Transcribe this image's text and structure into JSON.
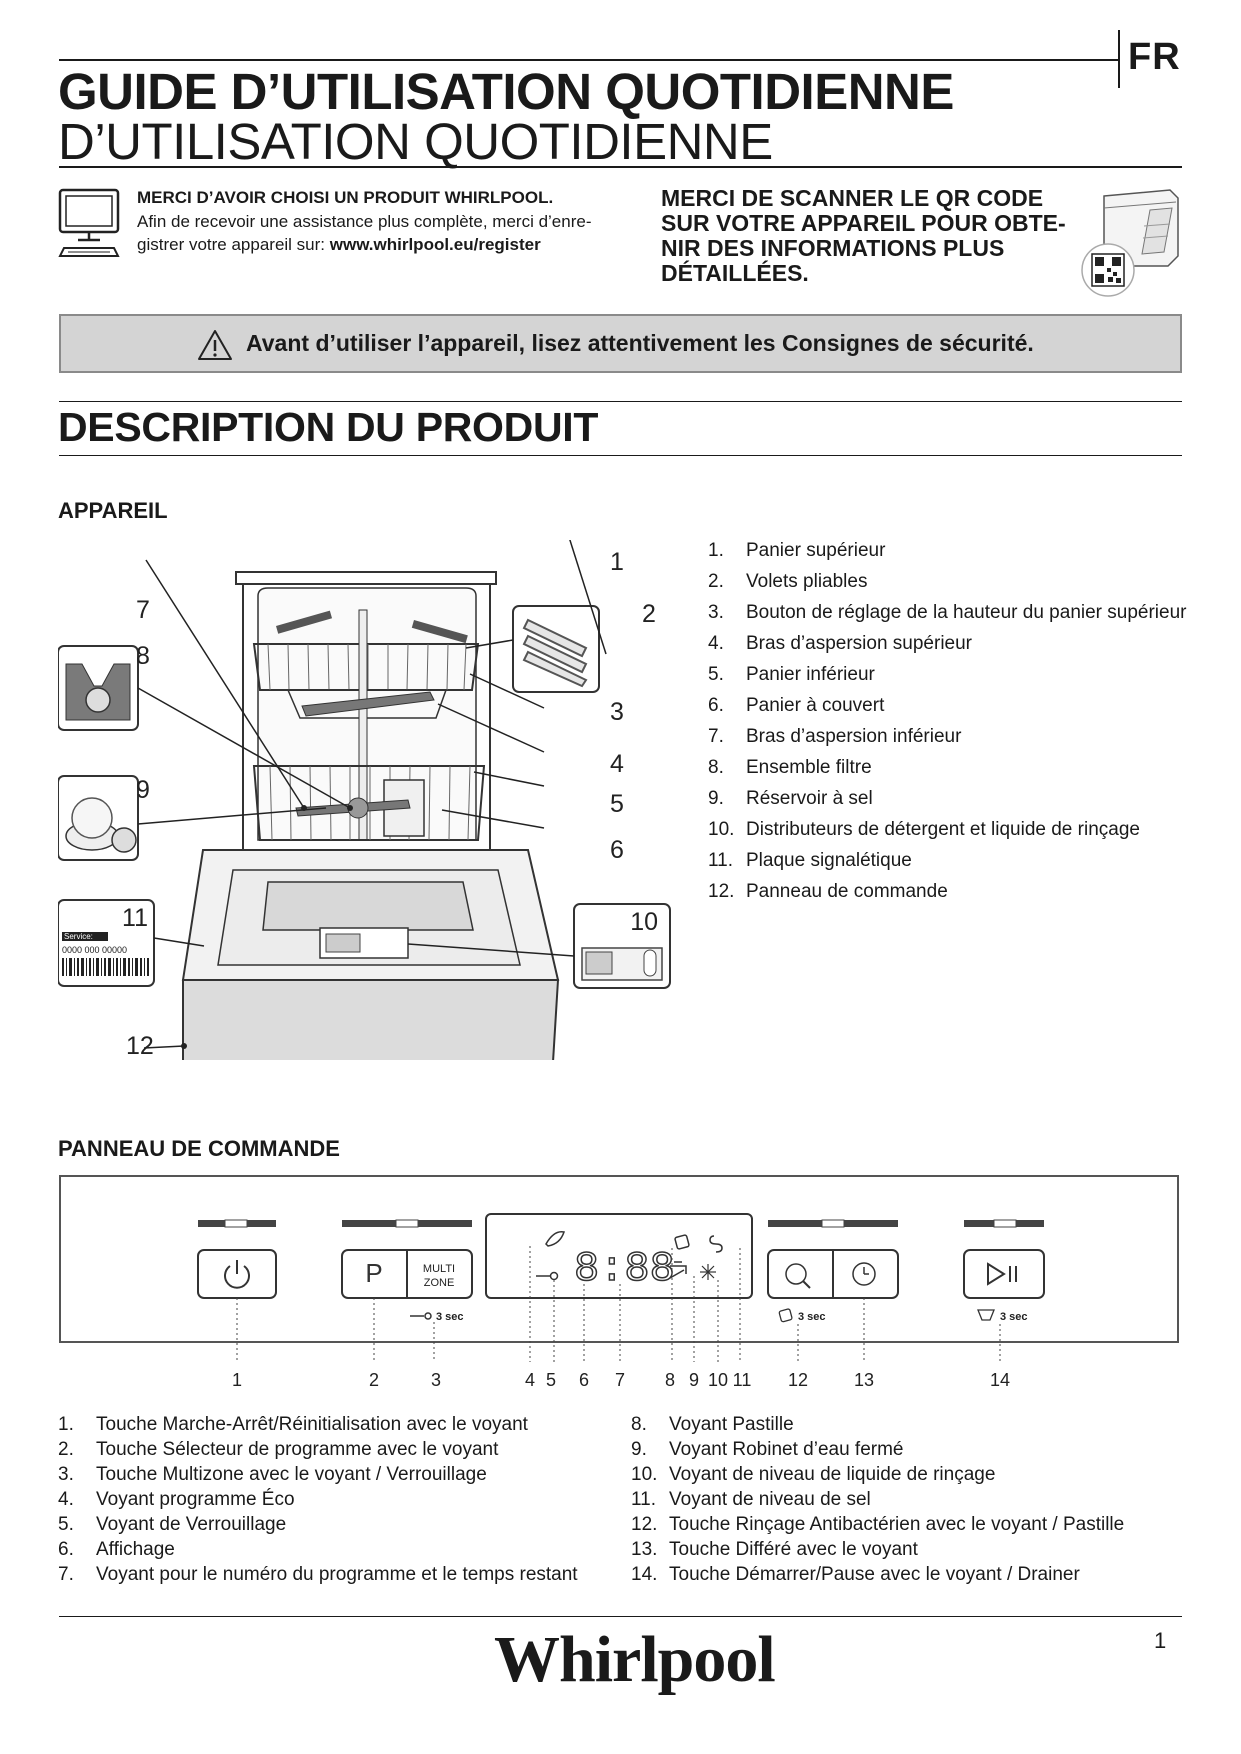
{
  "header": {
    "language_code": "FR",
    "title_main": "GUIDE D’UTILISATION QUOTIDIENNE",
    "title_sub": "D’UTILISATION QUOTIDIENNE"
  },
  "register": {
    "title": "MERCI D’AVOIR CHOISI UN PRODUIT WHIRLPOOL.",
    "text": "Afin de recevoir une assistance plus complète, merci d’enre-gistrer votre appareil sur: ",
    "url": "www.whirlpool.eu/register"
  },
  "qr": {
    "text": "MERCI DE SCANNER LE QR CODE\nSUR VOTRE APPAREIL POUR OBTE-\nNIR DES INFORMATIONS PLUS\nDÉTAILLÉES."
  },
  "warning": {
    "text": "Avant d’utiliser l’appareil, lisez attentivement les Consignes de sécurité."
  },
  "section": {
    "title": "DESCRIPTION DU PRODUIT"
  },
  "appliance": {
    "heading": "APPAREIL",
    "items": [
      {
        "num": "1.",
        "label": "Panier supérieur"
      },
      {
        "num": "2.",
        "label": "Volets pliables"
      },
      {
        "num": "3.",
        "label": "Bouton de réglage de la hauteur du panier supérieur"
      },
      {
        "num": "4.",
        "label": "Bras d’aspersion supérieur"
      },
      {
        "num": "5.",
        "label": "Panier inférieur"
      },
      {
        "num": "6.",
        "label": "Panier à couvert"
      },
      {
        "num": "7.",
        "label": "Bras d’aspersion inférieur"
      },
      {
        "num": "8.",
        "label": "Ensemble filtre"
      },
      {
        "num": "9.",
        "label": "Réservoir à sel"
      },
      {
        "num": "10.",
        "label": "Distributeurs de détergent et liquide de rinçage"
      },
      {
        "num": "11.",
        "label": "Plaque signalétique"
      },
      {
        "num": "12.",
        "label": "Panneau de commande"
      }
    ],
    "diagram": {
      "callouts": [
        "1",
        "2",
        "3",
        "4",
        "5",
        "6",
        "7",
        "8",
        "9",
        "10",
        "11",
        "12"
      ],
      "rating_plate_service": "Service:",
      "rating_plate_number": "0000 000 00000"
    }
  },
  "control_panel": {
    "heading": "PANNEAU DE COMMANDE",
    "diagram": {
      "button_program": "P",
      "button_multizone_line1": "MULTI",
      "button_multizone_line2": "ZONE",
      "display_digits": "8:88",
      "hold_label": "3 sec",
      "callouts": [
        "1",
        "2",
        "3",
        "4",
        "5",
        "6",
        "7",
        "8",
        "9",
        "10",
        "11",
        "12",
        "13",
        "14"
      ]
    },
    "items_left": [
      {
        "num": "1.",
        "label": "Touche Marche-Arrêt/Réinitialisation avec le voyant"
      },
      {
        "num": "2.",
        "label": "Touche Sélecteur de programme avec le voyant"
      },
      {
        "num": "3.",
        "label": "Touche Multizone avec le voyant / Verrouillage"
      },
      {
        "num": "4.",
        "label": "Voyant programme Éco"
      },
      {
        "num": "5.",
        "label": "Voyant de Verrouillage"
      },
      {
        "num": "6.",
        "label": "Affichage"
      },
      {
        "num": "7.",
        "label": "Voyant pour le numéro du programme et le temps restant"
      }
    ],
    "items_right": [
      {
        "num": "8.",
        "label": "Voyant Pastille"
      },
      {
        "num": "9.",
        "label": "Voyant Robinet d’eau fermé"
      },
      {
        "num": "10.",
        "label": "Voyant de niveau de liquide de rinçage"
      },
      {
        "num": "11.",
        "label": "Voyant de niveau de sel"
      },
      {
        "num": "12.",
        "label": "Touche Rinçage Antibactérien avec le voyant / Pastille"
      },
      {
        "num": "13.",
        "label": "Touche Différé avec le voyant"
      },
      {
        "num": "14.",
        "label": "Touche Démarrer/Pause avec le voyant / Drainer"
      }
    ]
  },
  "footer": {
    "brand": "Whirlpool",
    "page_number": "1"
  }
}
